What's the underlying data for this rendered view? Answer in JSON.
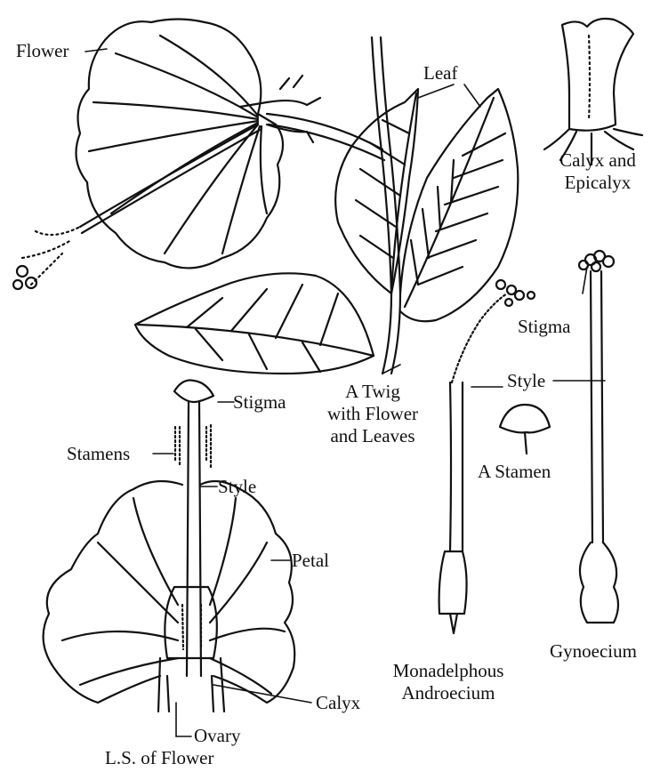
{
  "labels": {
    "flower": "Flower",
    "leaf": "Leaf",
    "calyx_epicalyx": [
      "Calyx and",
      "Epicalyx"
    ],
    "twig": [
      "A Twig",
      "with Flower",
      "and Leaves"
    ],
    "stigma_top": "Stigma",
    "style_right": "Style",
    "a_stamen": "A Stamen",
    "gynoecium": "Gynoecium",
    "androecium": [
      "Monadelphous",
      "Androecium"
    ],
    "ls_stigma": "Stigma",
    "ls_stamens": "Stamens",
    "ls_style": "Style",
    "ls_petal": "Petal",
    "ls_calyx": "Calyx",
    "ls_ovary": "Ovary",
    "ls_title": "L.S. of Flower"
  }
}
